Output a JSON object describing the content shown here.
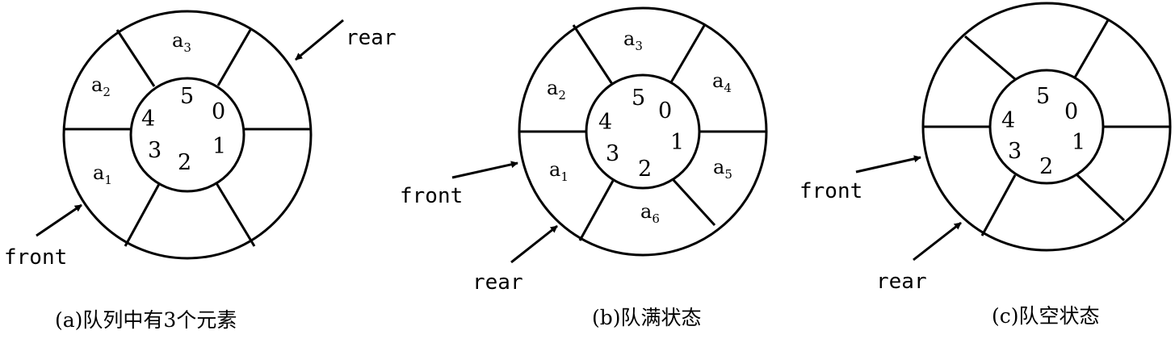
{
  "diagrams": [
    {
      "id": "a",
      "caption": "(a)队列中有3个元素",
      "slot_indices": [
        "0",
        "1",
        "2",
        "3",
        "4",
        "5"
      ],
      "elements": [
        {
          "slot": "1",
          "base": "a",
          "sub": "1"
        },
        {
          "slot": "2",
          "base": "a",
          "sub": "2"
        },
        {
          "slot": "3",
          "base": "a",
          "sub": "3"
        }
      ],
      "pointers": [
        {
          "label": "rear"
        },
        {
          "label": "front"
        }
      ]
    },
    {
      "id": "b",
      "caption": "(b)队满状态",
      "slot_indices": [
        "0",
        "1",
        "2",
        "3",
        "4",
        "5"
      ],
      "elements": [
        {
          "slot": "1",
          "base": "a",
          "sub": "1"
        },
        {
          "slot": "2",
          "base": "a",
          "sub": "2"
        },
        {
          "slot": "3",
          "base": "a",
          "sub": "3"
        },
        {
          "slot": "4",
          "base": "a",
          "sub": "4"
        },
        {
          "slot": "5",
          "base": "a",
          "sub": "5"
        },
        {
          "slot": "6",
          "base": "a",
          "sub": "6"
        }
      ],
      "pointers": [
        {
          "label": "front"
        },
        {
          "label": "rear"
        }
      ]
    },
    {
      "id": "c",
      "caption": "(c)队空状态",
      "slot_indices": [
        "0",
        "1",
        "2",
        "3",
        "4",
        "5"
      ],
      "elements": [],
      "pointers": [
        {
          "label": "front"
        },
        {
          "label": "rear"
        }
      ]
    }
  ]
}
